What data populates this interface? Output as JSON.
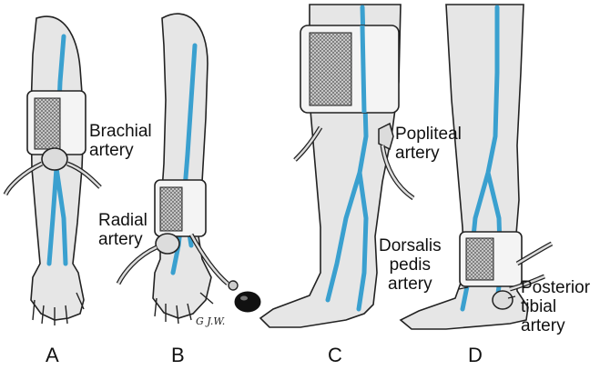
{
  "labels": {
    "brachial": "Brachial\nartery",
    "radial": "Radial\nartery",
    "popliteal": "Popliteal\nartery",
    "dorsalis": "Dorsalis\npedis\nartery",
    "posterior": "Posterior\ntibial\nartery"
  },
  "panels": {
    "a": "A",
    "b": "B",
    "c": "C",
    "d": "D"
  },
  "signature": "G J.W.",
  "colors": {
    "artery": "#3aa0cf",
    "outline": "#222222",
    "cuff_fill": "#f4f4f4",
    "skin": "#e6e6e6"
  }
}
